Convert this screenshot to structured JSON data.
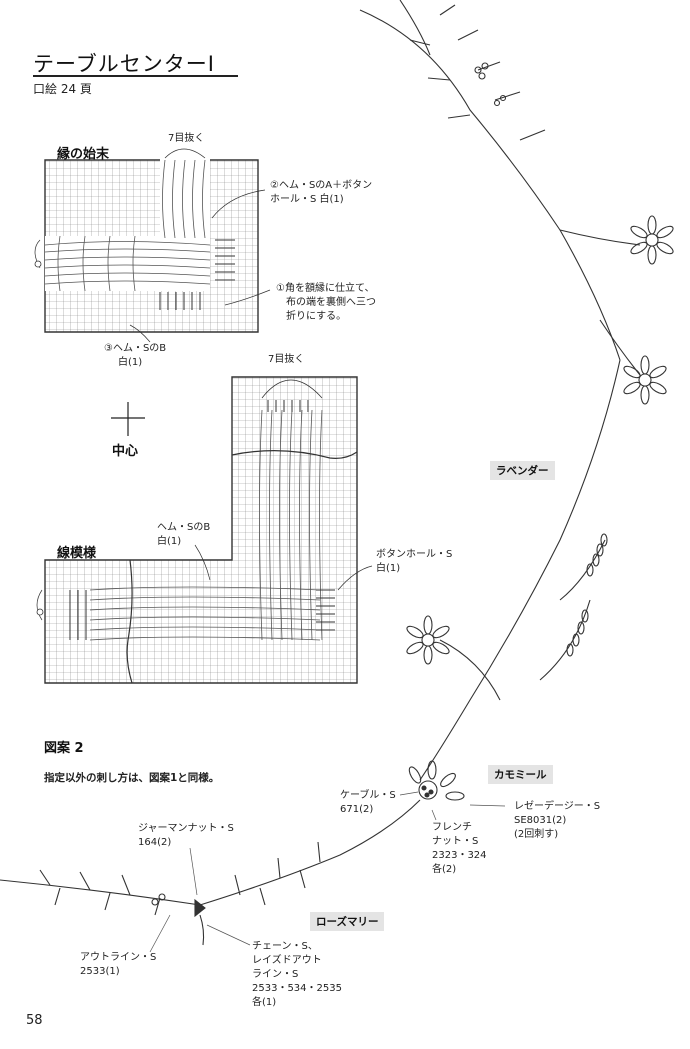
{
  "header": {
    "title": "テーブルセンターⅠ",
    "subtitle": "口絵 24 頁"
  },
  "diagram_edge": {
    "heading": "縁の始末",
    "label_7": "7目抜く",
    "label_2_line1": "②ヘム・SのA＋ボタン",
    "label_2_line2": "ホール・S 白(1)",
    "label_1_line1": "①角を額縁に仕立て、",
    "label_1_line2": "布の端を裏側へ三つ",
    "label_1_line3": "折りにする。",
    "label_3_line1": "③ヘム・SのB",
    "label_3_line2": "白(1)"
  },
  "center_mark": {
    "label": "中心"
  },
  "diagram_line": {
    "heading": "線模様",
    "label_7": "7目抜く",
    "hem_line1": "ヘム・SのB",
    "hem_line2": "白(1)",
    "button_line1": "ボタンホール・S",
    "button_line2": "白(1)"
  },
  "pattern2": {
    "heading": "図案 2",
    "note": "指定以外の刺し方は、図案1と同様。"
  },
  "plants": {
    "lavender": "ラベンダー",
    "chamomile": "カモミール",
    "rosemary": "ローズマリー"
  },
  "stitches": {
    "cable_line1": "ケーブル・S",
    "cable_line2": "671(2)",
    "lazy_line1": "レゼーデージー・S",
    "lazy_line2": "SE8031(2)",
    "lazy_line3": "(2回刺す)",
    "french_line1": "フレンチ",
    "french_line2": "ナット・S",
    "french_line3": "2323・324",
    "french_line4": "各(2)",
    "german_line1": "ジャーマンナット・S",
    "german_line2": "164(2)",
    "outline_line1": "アウトライン・S",
    "outline_line2": "2533(1)",
    "chain_line1": "チェーン・S、",
    "chain_line2": "レイズドアウト",
    "chain_line3": "ライン・S",
    "chain_line4": "2533・534・2535",
    "chain_line5": "各(1)"
  },
  "footer": {
    "page_number": "58"
  }
}
